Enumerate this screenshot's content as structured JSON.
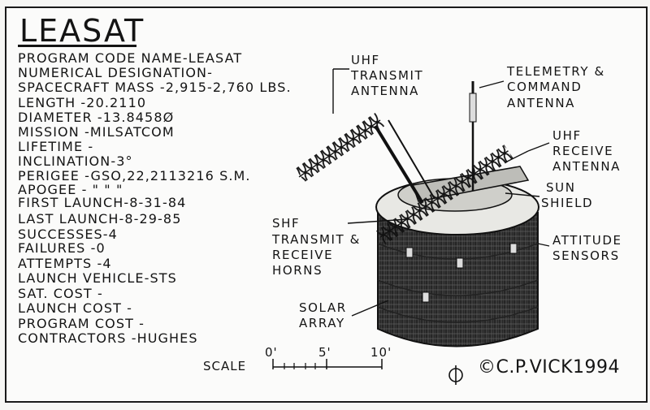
{
  "title": "LEASAT",
  "specs": [
    "PROGRAM CODE NAME-LEASAT",
    "NUMERICAL DESIGNATION-",
    "SPACECRAFT MASS -2,915-2,760 LBS.",
    "LENGTH      -20.2110",
    "DIAMETER    -13.8458Ø",
    "MISSION     -MILSATCOM",
    "LIFETIME    -",
    "INCLINATION-3°",
    "PERIGEE     -GSO,22,2113216 S.M.",
    "APOGEE      -   \"    \"    \"",
    "FIRST LAUNCH-8-31-84",
    "LAST LAUNCH-8-29-85",
    "SUCCESSES-4",
    "FAILURES  -0",
    "ATTEMPTS -4",
    "LAUNCH VEHICLE-STS",
    "SAT. COST     -",
    "LAUNCH COST  -",
    "PROGRAM COST -",
    "CONTRACTORS -HUGHES"
  ],
  "labels": {
    "uhf_transmit": [
      "UHF",
      "TRANSMIT",
      "ANTENNA"
    ],
    "telemetry": [
      "TELEMETRY &",
      "COMMAND",
      "ANTENNA"
    ],
    "uhf_receive": [
      "UHF",
      "RECEIVE",
      "ANTENNA"
    ],
    "sun_shield": [
      "SUN",
      "SHIELD"
    ],
    "attitude": [
      "ATTITUDE",
      "SENSORS"
    ],
    "shf": [
      "SHF",
      "TRANSMIT &",
      "RECEIVE",
      "HORNS"
    ],
    "solar": [
      "SOLAR",
      "ARRAY"
    ]
  },
  "scale": {
    "label": "SCALE",
    "ticks": [
      "0'",
      "5'",
      "10'"
    ]
  },
  "copyright": "©C.P.VICK1994"
}
